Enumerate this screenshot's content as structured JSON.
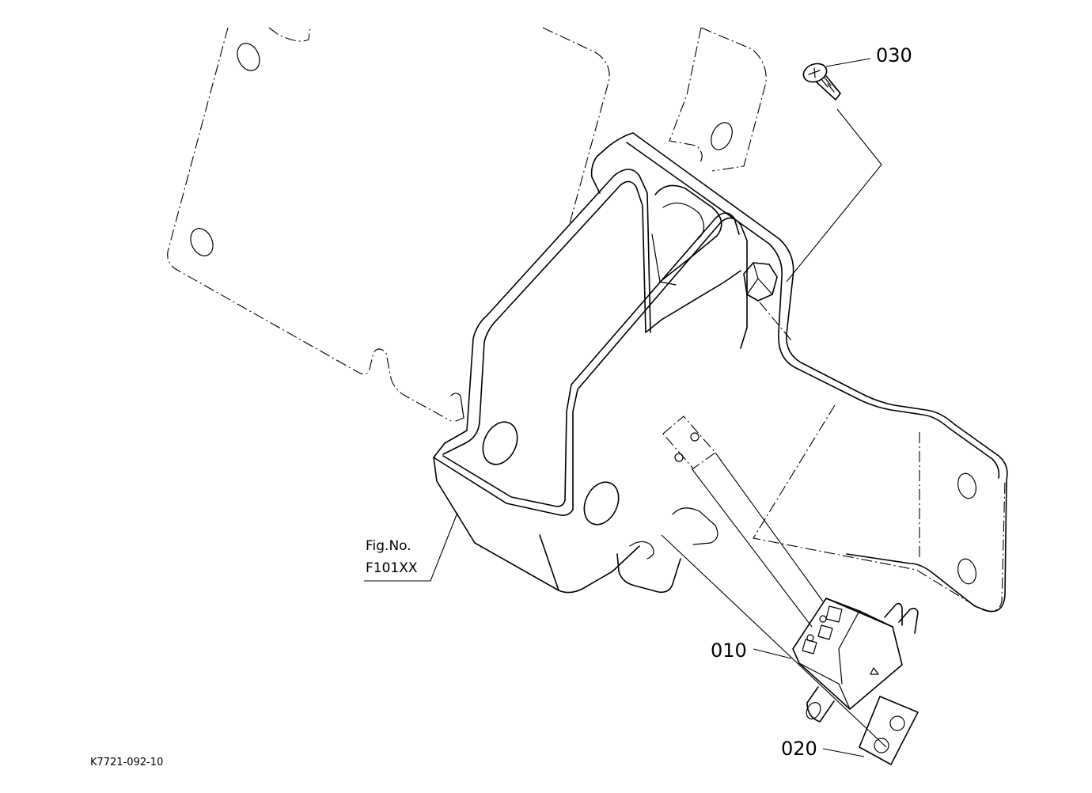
{
  "callouts": {
    "part_030": "030",
    "part_010": "010",
    "part_020": "020"
  },
  "figure_ref": {
    "line1": "Fig.No.",
    "line2": "F101XX"
  },
  "drawing_id": "K7721-092-10"
}
